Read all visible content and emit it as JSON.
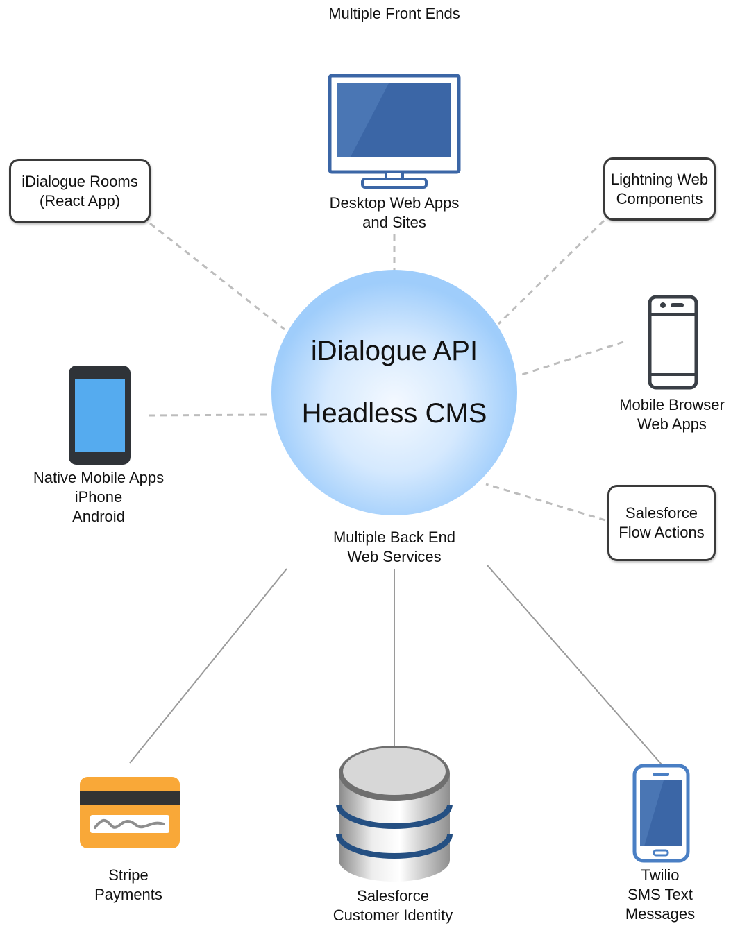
{
  "header": {
    "front_ends": "Multiple Front Ends"
  },
  "hub": {
    "line1": "iDialogue API",
    "line2": "Headless CMS",
    "back_end_label": "Multiple Back End\nWeb Services"
  },
  "front_ends": {
    "desktop": "Desktop Web Apps\nand Sites",
    "rooms": "iDialogue Rooms\n(React App)",
    "lightning": "Lightning Web\nComponents",
    "mobile_browser": "Mobile Browser\nWeb Apps",
    "native_mobile": "Native Mobile Apps\niPhone\nAndroid",
    "flow_actions": "Salesforce\nFlow Actions"
  },
  "back_ends": {
    "stripe": "Stripe\nPayments",
    "identity": "Salesforce\nCustomer Identity",
    "twilio": "Twilio\nSMS Text\nMessages"
  },
  "colors": {
    "hub_center": "#eef6ff",
    "hub_edge": "#9fcdfb",
    "monitor_blue": "#3b66a6",
    "phone_blue": "#55abef",
    "card_orange": "#f9a838",
    "db_stripe": "#244f82"
  },
  "icons": [
    "monitor-icon",
    "smartphone-icon",
    "mobile-browser-icon",
    "credit-card-icon",
    "database-icon",
    "phone-icon"
  ]
}
